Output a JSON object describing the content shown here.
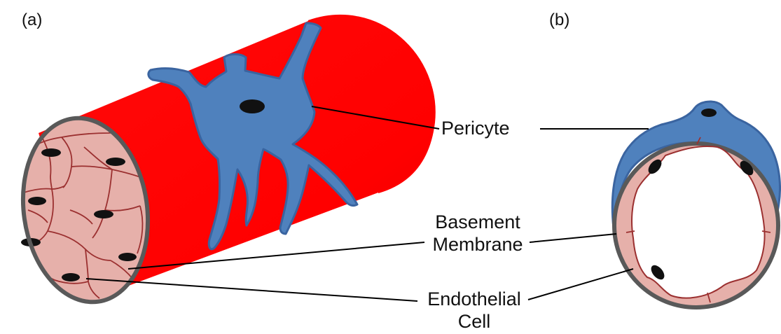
{
  "panels": {
    "a": "(a)",
    "b": "(b)"
  },
  "labels": {
    "pericyte": "Pericyte",
    "basement_membrane": [
      "Basement",
      "Membrane"
    ],
    "endothelial_cell": [
      "Endothelial",
      "Cell"
    ]
  },
  "colors": {
    "vessel_wall": "#ff0000",
    "vessel_shade": "#cc0000",
    "pericyte": "#4f81bd",
    "pericyte_outline": "#3a64a0",
    "endothelium": "#e6b0aa",
    "endothelium_lines": "#9b3030",
    "basement_membrane": "#595959",
    "nucleus": "#111111",
    "leader_line": "#000000"
  }
}
